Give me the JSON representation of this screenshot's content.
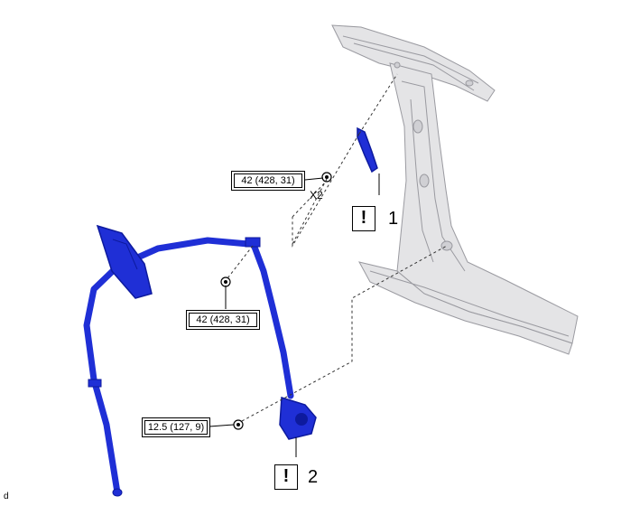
{
  "labels": {
    "torque_upper": "42 (428, 31)",
    "torque_middle": "42 (428, 31)",
    "torque_lower": "12.5 (127, 9)",
    "quantity": "X2",
    "caution_symbol": "!",
    "callout_1": "1",
    "callout_2": "2",
    "figure_code": "d"
  },
  "colors": {
    "belt_blue": "#1f2fd6",
    "belt_dark": "#0d1a9e",
    "body_gray": "#e4e4e6",
    "body_line": "#9a9aa0",
    "leader": "#000000"
  }
}
